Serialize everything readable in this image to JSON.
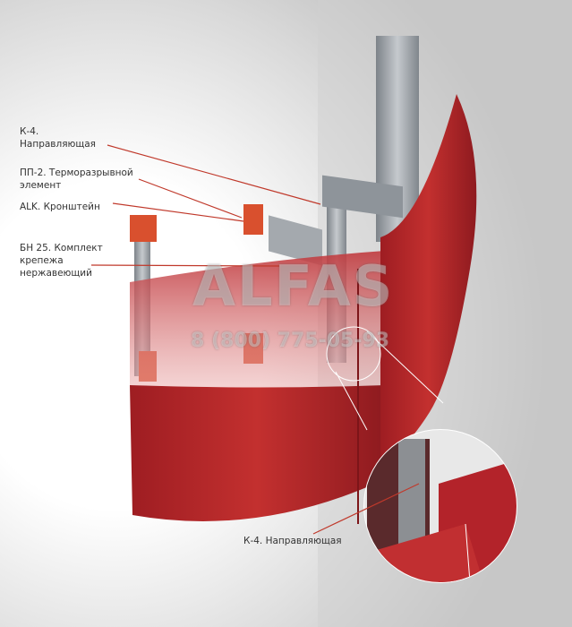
{
  "labels": {
    "k4_top": [
      "К-4.",
      "Направляющая"
    ],
    "pp2": [
      "ПП-2. Терморазрывной",
      "элемент"
    ],
    "alk": "ALK. Кронштейн",
    "bn25": [
      "БН 25. Комплект",
      "крепежа",
      "нержавеющий"
    ],
    "k4_detail": "К-4. Направляющая"
  },
  "watermark": {
    "brand": "ALFAS",
    "phone": "8 (800) 775-05-93"
  },
  "colors": {
    "panel": "#b3232a",
    "leader": "#c0392b",
    "bracket": "#d9502e",
    "metal": "#9aa0a6"
  }
}
